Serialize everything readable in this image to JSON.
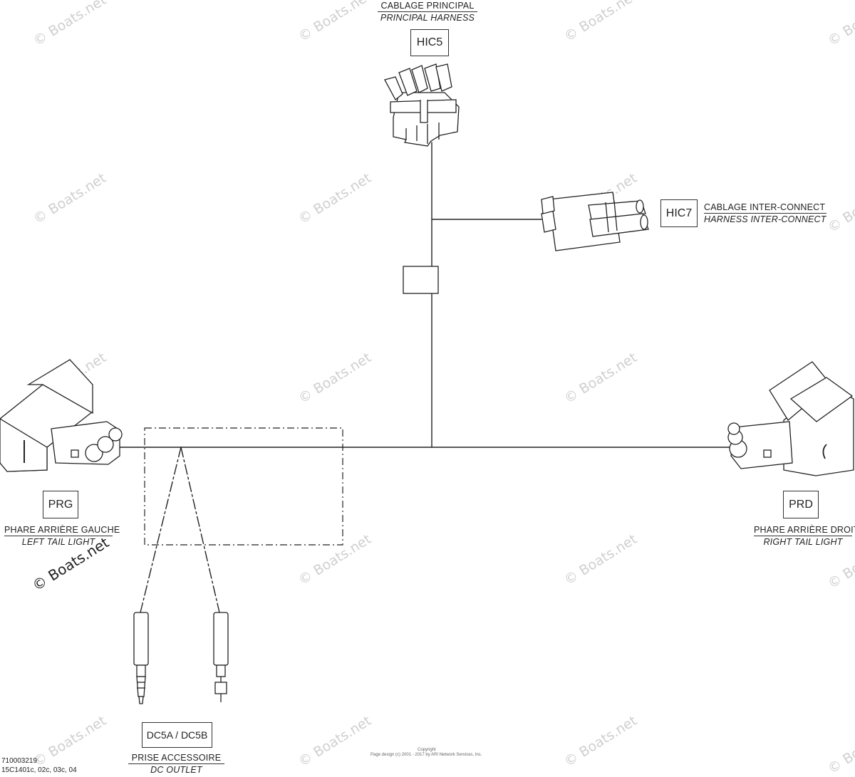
{
  "connectors": {
    "hic5": {
      "code": "HIC5",
      "fr": "CABLAGE PRINCIPAL",
      "en": "PRINCIPAL HARNESS"
    },
    "hic7": {
      "code": "HIC7",
      "fr": "CABLAGE INTER-CONNECT",
      "en": "HARNESS INTER-CONNECT"
    },
    "prg": {
      "code": "PRG",
      "fr": "PHARE ARRIÈRE GAUCHE",
      "en": "LEFT TAIL LIGHT"
    },
    "prd": {
      "code": "PRD",
      "fr": "PHARE ARRIÈRE DROIT",
      "en": "RIGHT TAIL LIGHT"
    },
    "dc5": {
      "code": "DC5A / DC5B",
      "fr": "PRISE ACCESSOIRE",
      "en": "DC OUTLET"
    }
  },
  "watermark": "© Boats.net",
  "copyright": {
    "line1": "Copyright",
    "line2": "Page design (c) 2001 - 2017 by ARI Network Services, Inc."
  },
  "reference": {
    "number": "710003219",
    "models": "15C1401c, 02c, 03c, 04"
  }
}
